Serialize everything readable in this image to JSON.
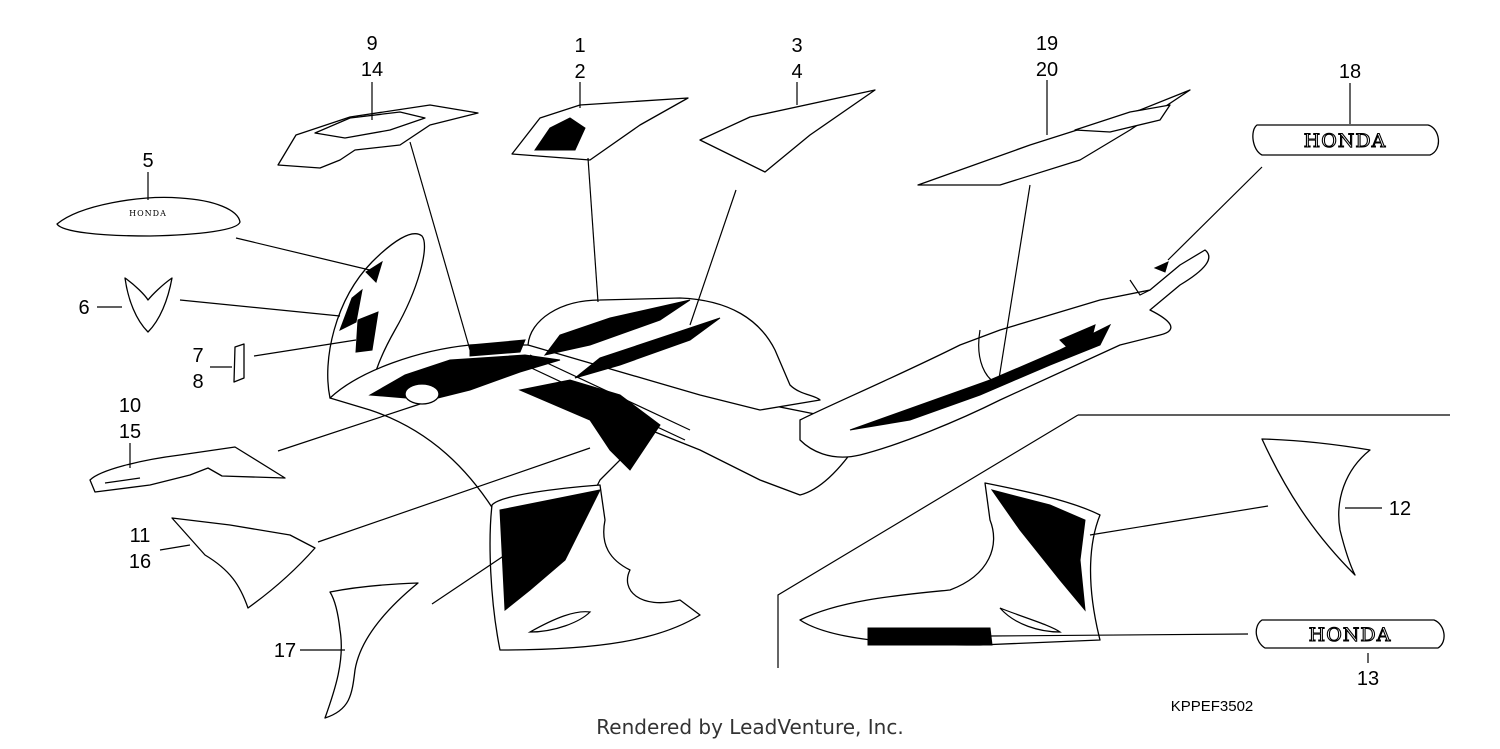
{
  "callouts": {
    "c1": "1",
    "c2": "2",
    "c3": "3",
    "c4": "4",
    "c5": "5",
    "c6": "6",
    "c7": "7",
    "c8": "8",
    "c9": "9",
    "c10": "10",
    "c11": "11",
    "c12": "12",
    "c13": "13",
    "c14": "14",
    "c15": "15",
    "c16": "16",
    "c17": "17",
    "c18": "18",
    "c19": "19",
    "c20": "20"
  },
  "logos": {
    "honda_18": "HONDA",
    "honda_13": "HONDA",
    "honda_5": "HONDA"
  },
  "diagram_code": "KPPEF3502",
  "credit": "Rendered by LeadVenture, Inc.",
  "colors": {
    "ink": "#000000",
    "paper": "#ffffff"
  }
}
